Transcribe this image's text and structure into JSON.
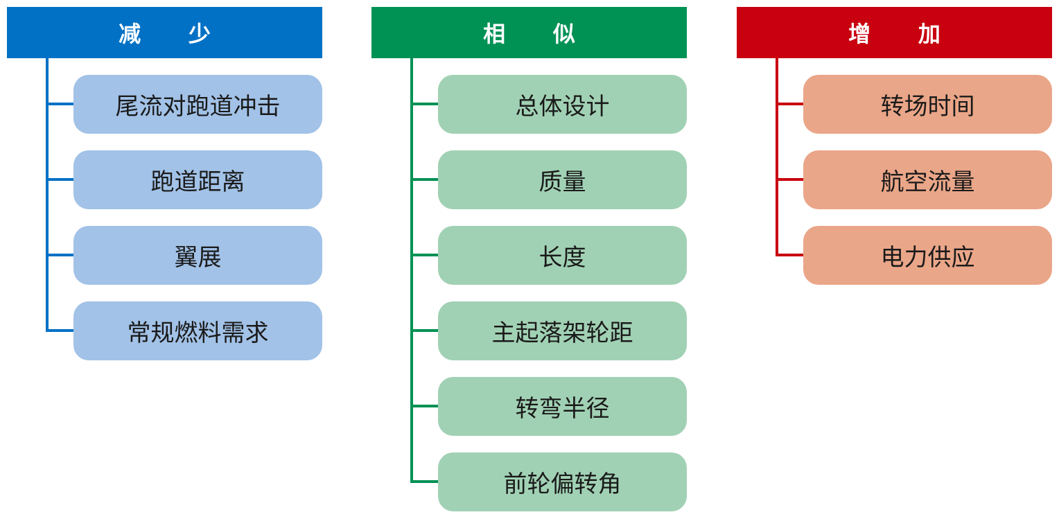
{
  "columns": [
    {
      "header": "减 少",
      "color": "#0071c5",
      "box_color": "#a2c2e7",
      "items": [
        "尾流对跑道冲击",
        "跑道距离",
        "翼展",
        "常规燃料需求"
      ]
    },
    {
      "header": "相 似",
      "color": "#009155",
      "box_color": "#a1d1b4",
      "items": [
        "总体设计",
        "质量",
        "长度",
        "主起落架轮距",
        "转弯半径",
        "前轮偏转角"
      ]
    },
    {
      "header": "增 加",
      "color": "#c8000f",
      "box_color": "#eaa688",
      "items": [
        "转场时间",
        "航空流量",
        "电力供应"
      ]
    }
  ]
}
